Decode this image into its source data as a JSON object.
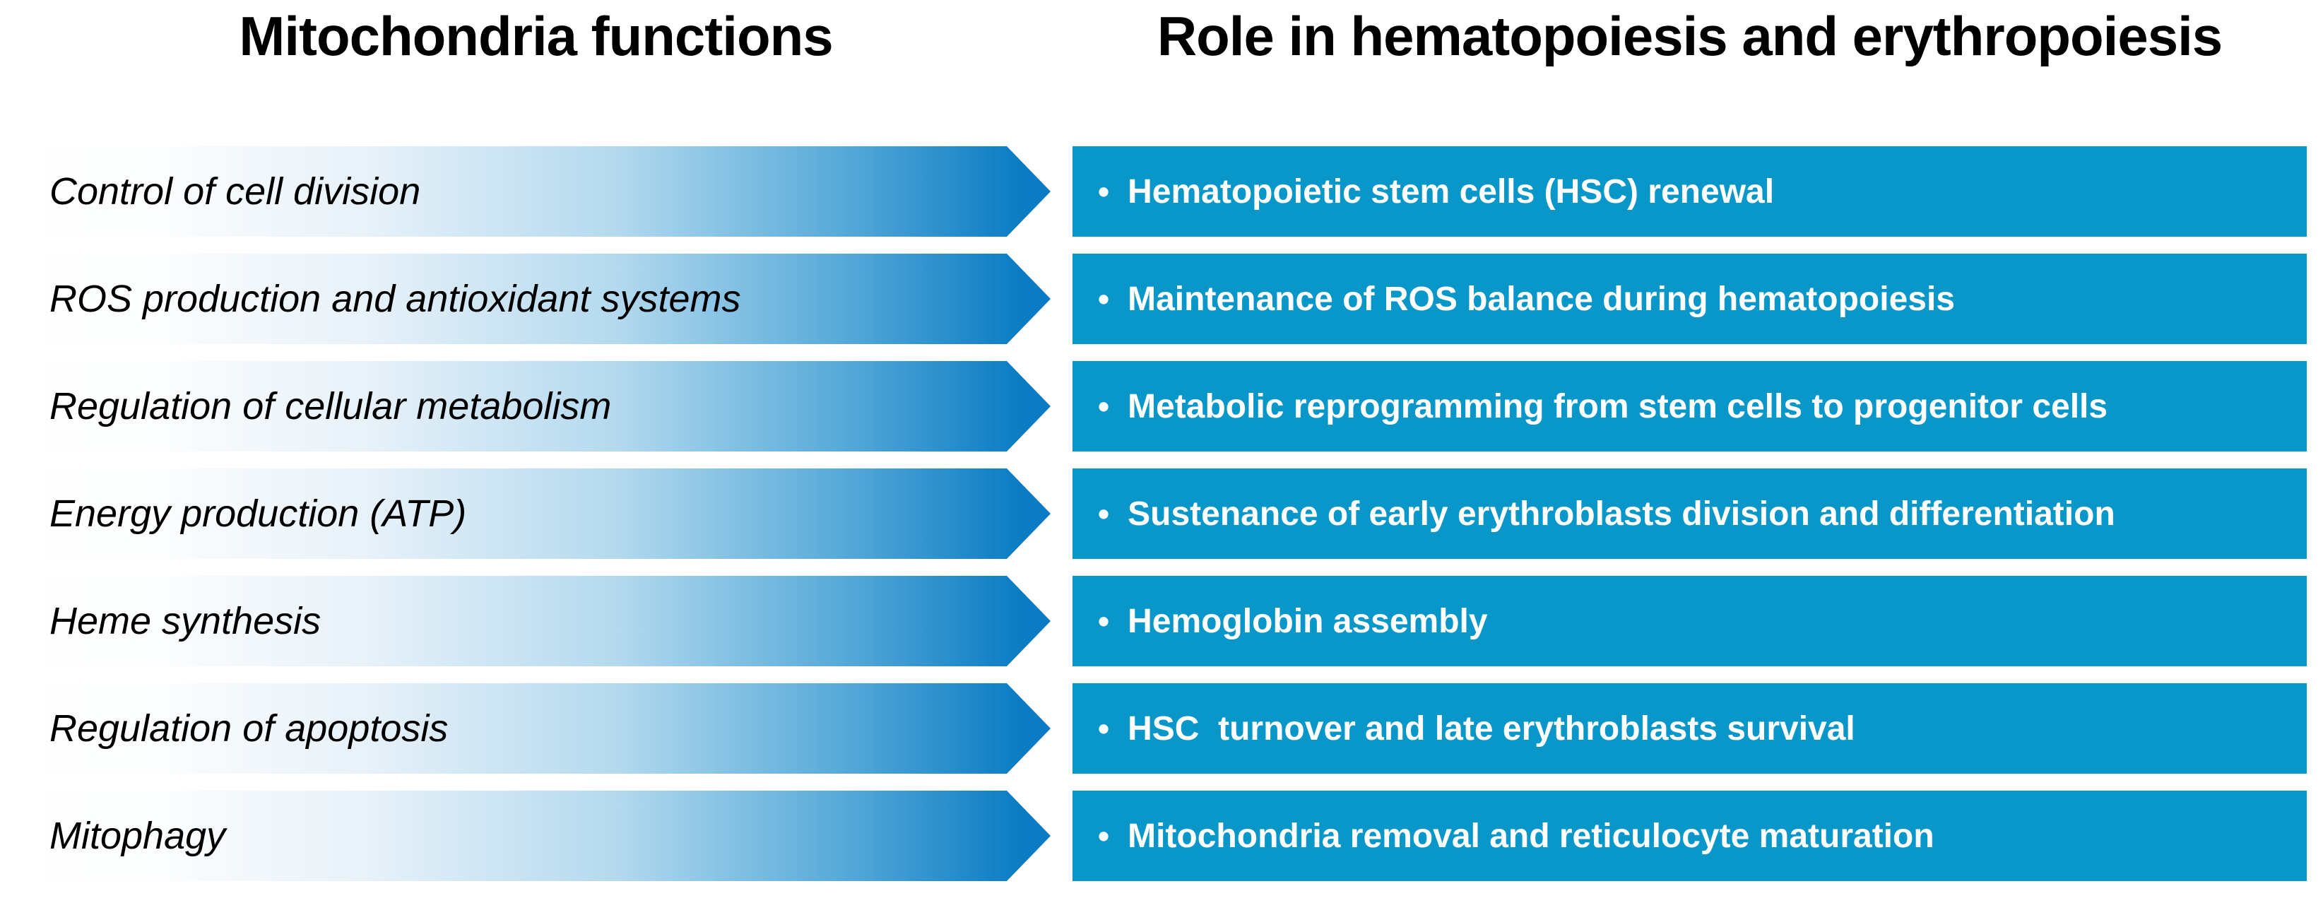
{
  "titles": {
    "left": "Mitochondria functions",
    "right": "Role in hematopoiesis and erythropoiesis"
  },
  "bullet": "•",
  "colors": {
    "bar_blue": "#0996c9",
    "arrow_deep_blue": "#0b7cc3",
    "arrow_start": "#ffffff",
    "title_text": "#000000",
    "bar_text": "#ffffff"
  },
  "rows": [
    {
      "function": "Control of cell division",
      "role": "Hematopoietic stem cells (HSC) renewal"
    },
    {
      "function": "ROS production and antioxidant systems",
      "role": "Maintenance of ROS balance during hematopoiesis"
    },
    {
      "function": "Regulation of cellular metabolism",
      "role": "Metabolic reprogramming from stem cells to progenitor cells"
    },
    {
      "function": "Energy production (ATP)",
      "role": "Sustenance of early erythroblasts division and differentiation"
    },
    {
      "function": "Heme synthesis",
      "role": "Hemoglobin assembly"
    },
    {
      "function": "Regulation of apoptosis",
      "role": "HSC  turnover and late erythroblasts survival"
    },
    {
      "function": "Mitophagy",
      "role": "Mitochondria removal and reticulocyte maturation"
    }
  ]
}
